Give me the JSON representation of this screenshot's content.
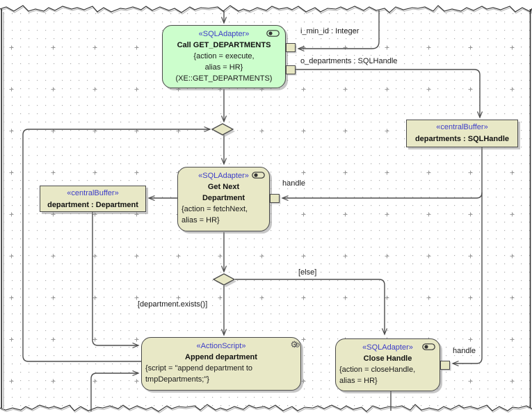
{
  "diagram": {
    "nodes": {
      "call_get_departments": {
        "stereotype": "«SQLAdapter»",
        "name": "Call GET_DEPARTMENTS",
        "prop1": "{action = execute,",
        "prop2": "alias = HR}",
        "prop3": "(XE::GET_DEPARTMENTS)"
      },
      "departments_buffer": {
        "stereotype": "«centralBuffer»",
        "name": "departments : SQLHandle"
      },
      "get_next_department": {
        "stereotype": "«SQLAdapter»",
        "name": "Get Next Department",
        "prop1": "{action = fetchNext,",
        "prop2": "alias = HR}"
      },
      "department_buffer": {
        "stereotype": "«centralBuffer»",
        "name": "department : Department"
      },
      "append_department": {
        "stereotype": "«ActionScript»",
        "name": "Append department",
        "script": "{script = \"append department to tmpDepartments;\"}"
      },
      "close_handle": {
        "stereotype": "«SQLAdapter»",
        "name": "Close Handle",
        "prop1": "{action = closeHandle,",
        "prop2": "alias = HR}"
      }
    },
    "edge_labels": {
      "i_min_id": "i_min_id : Integer",
      "o_departments": "o_departments : SQLHandle",
      "handle_get_next": "handle",
      "handle_close": "handle",
      "guard_else": "[else]",
      "guard_exists": "[department.exists()]"
    },
    "icons": {
      "sql_adapter_icon": "toggle-glyph",
      "action_script_icon": "gears-glyph",
      "gear_glyph_1": "⚙",
      "gear_glyph_2": "⚙"
    },
    "colors": {
      "stereotype_text": "#3C3CC8",
      "action_node_fill": "#E8E8C6",
      "call_node_fill": "#CCFECC",
      "edge_stroke": "#4D4D4D",
      "grid_dot": "#ADADAD"
    }
  }
}
